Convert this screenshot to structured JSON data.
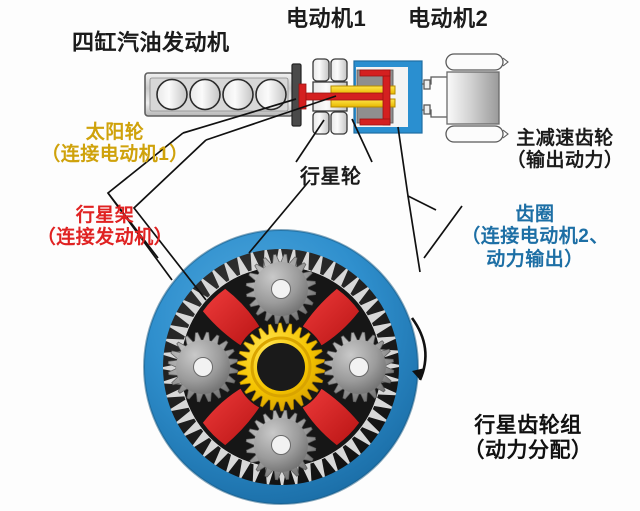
{
  "diagram": {
    "title_text": "Hybrid powertrain planetary gear set schematic",
    "labels": {
      "engine": "四缸汽油发动机",
      "motor1": "电动机1",
      "motor2": "电动机2",
      "sun_gear_line1": "太阳轮",
      "sun_gear_line2": "（连接电动机1）",
      "carrier_line1": "行星架",
      "carrier_line2": "（连接发动机）",
      "planet_gear": "行星轮",
      "final_drive_line1": "主减速齿轮",
      "final_drive_line2": "（输出动力）",
      "ring_gear_line1": "齿圈",
      "ring_gear_line2": "（连接电动机2、",
      "ring_gear_line3": "动力输出）",
      "planetary_set_line1": "行星齿轮组",
      "planetary_set_line2": "（动力分配）"
    },
    "colors": {
      "sun_gear": "#cfa20b",
      "carrier": "#e02222",
      "ring_gear": "#1d6fa5",
      "planet_gear": "#8c8c8c",
      "ring_body": "#1f1f1f",
      "housing_blue": "#2a8fd0",
      "text_black": "#1b1b1b",
      "leader_line": "#111111"
    },
    "counts": {
      "engine_cylinders": 4,
      "planet_gears": 4,
      "carrier_arms": 4
    },
    "rotation_arrow": "clockwise-arc-arrow",
    "icons": {
      "engine_block": "engine-block-icon",
      "motor1": "motor-icon",
      "motor2": "motor-icon",
      "final_drive": "final-drive-icon",
      "rotation": "rotation-arrow-icon"
    }
  }
}
